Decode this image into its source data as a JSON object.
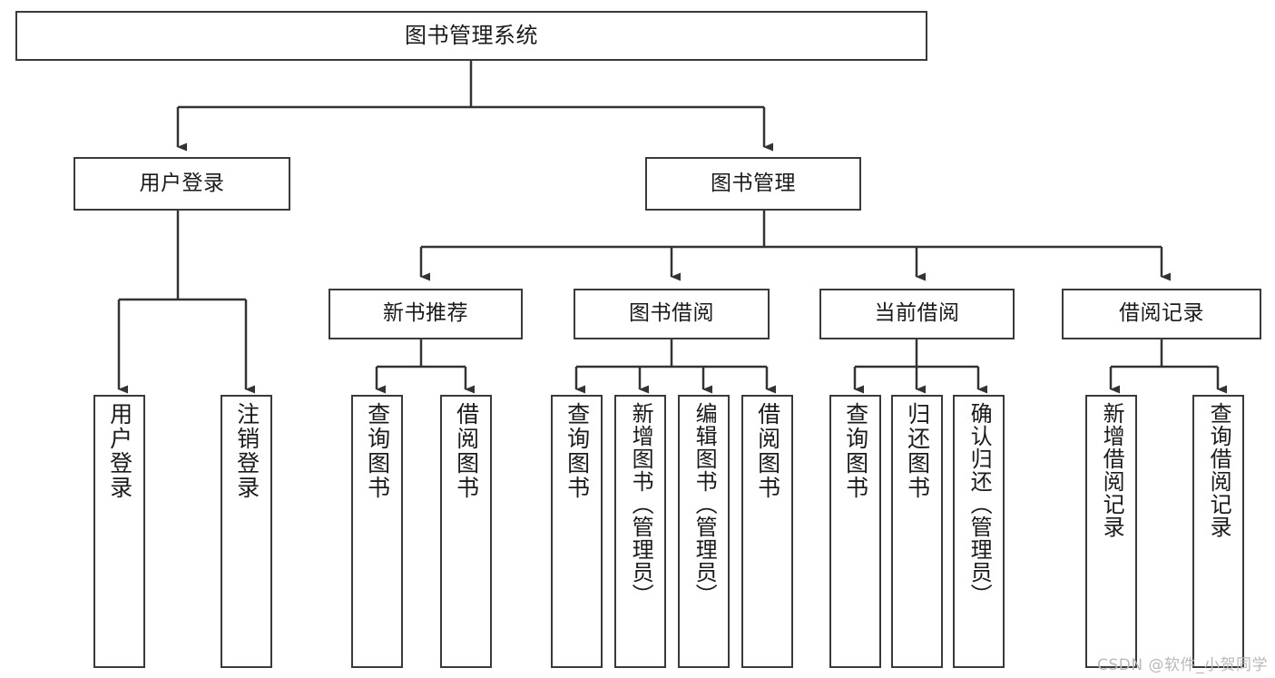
{
  "diagram": {
    "title": "图书管理系统",
    "type": "tree-hierarchy-diagram",
    "watermark": "CSDN @软件_小贺同学",
    "colors": {
      "background": "#ffffff",
      "box_border": "#3a3a3a",
      "box_fill": "#ffffff",
      "text": "#1a1a1a",
      "edge": "#333333",
      "watermark": "#b9b9b9"
    },
    "levels": {
      "root": "图书管理系统",
      "level2": [
        "用户登录",
        "图书管理"
      ],
      "level3": [
        "新书推荐",
        "图书借阅",
        "当前借阅",
        "借阅记录"
      ]
    },
    "nodes": {
      "root": {
        "label": "图书管理系统"
      },
      "user_login": {
        "label": "用户登录"
      },
      "book_mgmt": {
        "label": "图书管理"
      },
      "new_book_rec": {
        "label": "新书推荐"
      },
      "book_borrow": {
        "label": "图书借阅"
      },
      "current_borrow": {
        "label": "当前借阅"
      },
      "borrow_record": {
        "label": "借阅记录"
      },
      "leaf_user_login": {
        "label": "用户登录"
      },
      "leaf_user_logout": {
        "label": "注销登录"
      },
      "leaf_query_book_a": {
        "label": "查询图书"
      },
      "leaf_borrow_book_a": {
        "label": "借阅图书"
      },
      "leaf_query_book_b": {
        "label": "查询图书"
      },
      "leaf_add_book": {
        "label": "新增图书（管理员）"
      },
      "leaf_edit_book": {
        "label": "编辑图书（管理员）"
      },
      "leaf_borrow_book_b": {
        "label": "借阅图书"
      },
      "leaf_query_book_c": {
        "label": "查询图书"
      },
      "leaf_return_book": {
        "label": "归还图书"
      },
      "leaf_confirm_return": {
        "label": "确认归还（管理员）"
      },
      "leaf_add_record": {
        "label": "新增借阅记录"
      },
      "leaf_query_record": {
        "label": "查询借阅记录"
      }
    },
    "edges": [
      {
        "from": "root",
        "to": "用户登录"
      },
      {
        "from": "root",
        "to": "图书管理"
      },
      {
        "from": "用户登录",
        "to": "用户登录(叶)"
      },
      {
        "from": "用户登录",
        "to": "注销登录"
      },
      {
        "from": "图书管理",
        "to": "新书推荐"
      },
      {
        "from": "图书管理",
        "to": "图书借阅"
      },
      {
        "from": "图书管理",
        "to": "当前借阅"
      },
      {
        "from": "图书管理",
        "to": "借阅记录"
      },
      {
        "from": "新书推荐",
        "to": "查询图书"
      },
      {
        "from": "新书推荐",
        "to": "借阅图书"
      },
      {
        "from": "图书借阅",
        "to": "查询图书"
      },
      {
        "from": "图书借阅",
        "to": "新增图书（管理员）"
      },
      {
        "from": "图书借阅",
        "to": "编辑图书（管理员）"
      },
      {
        "from": "图书借阅",
        "to": "借阅图书"
      },
      {
        "from": "当前借阅",
        "to": "查询图书"
      },
      {
        "from": "当前借阅",
        "to": "归还图书"
      },
      {
        "from": "当前借阅",
        "to": "确认归还（管理员）"
      },
      {
        "from": "借阅记录",
        "to": "新增借阅记录"
      },
      {
        "from": "借阅记录",
        "to": "查询借阅记录"
      }
    ]
  }
}
